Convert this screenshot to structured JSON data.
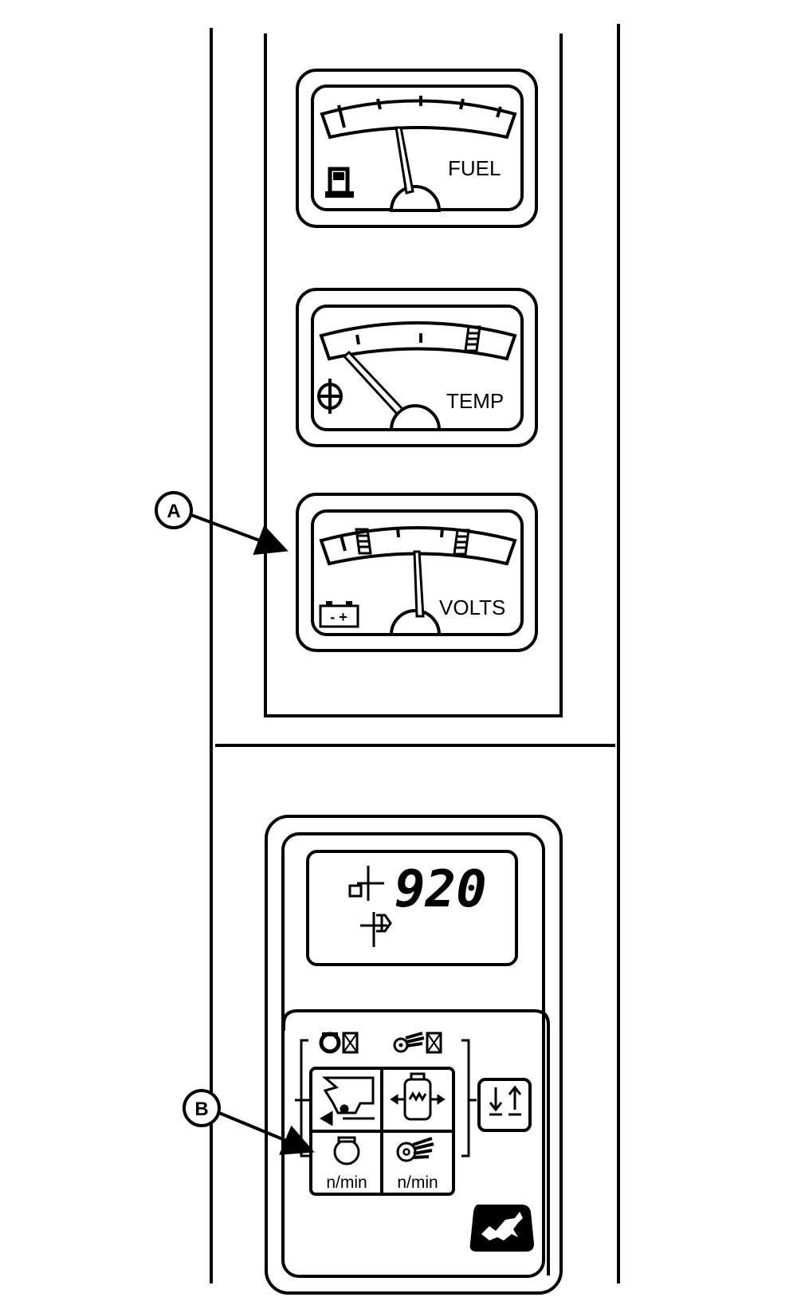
{
  "gauges": {
    "fuel": {
      "label": "FUEL",
      "icon": "fuel-pump-icon"
    },
    "temp": {
      "label": "TEMP",
      "icon": "coolant-temperature-icon"
    },
    "volts": {
      "label": "VOLTS",
      "icon": "battery-icon",
      "battery_symbols": "- +"
    }
  },
  "callouts": {
    "a": "A",
    "b": "B"
  },
  "display": {
    "readout": "920",
    "icons": [
      "engine-speed-icon",
      "shaft-speed-icon"
    ]
  },
  "keypad": {
    "top_icons": [
      "engine-speed-mode-icon",
      "separator-speed-mode-icon"
    ],
    "buttons": [
      "ground-speed-icon",
      "engine-load-icon",
      "engine-rpm-icon",
      "separator-rpm-icon"
    ],
    "engine_rpm_unit": "n/min",
    "separator_rpm_unit": "n/min",
    "side_button_icon": "up-down-arrows-icon"
  },
  "logo": "leaping-deer-logo"
}
